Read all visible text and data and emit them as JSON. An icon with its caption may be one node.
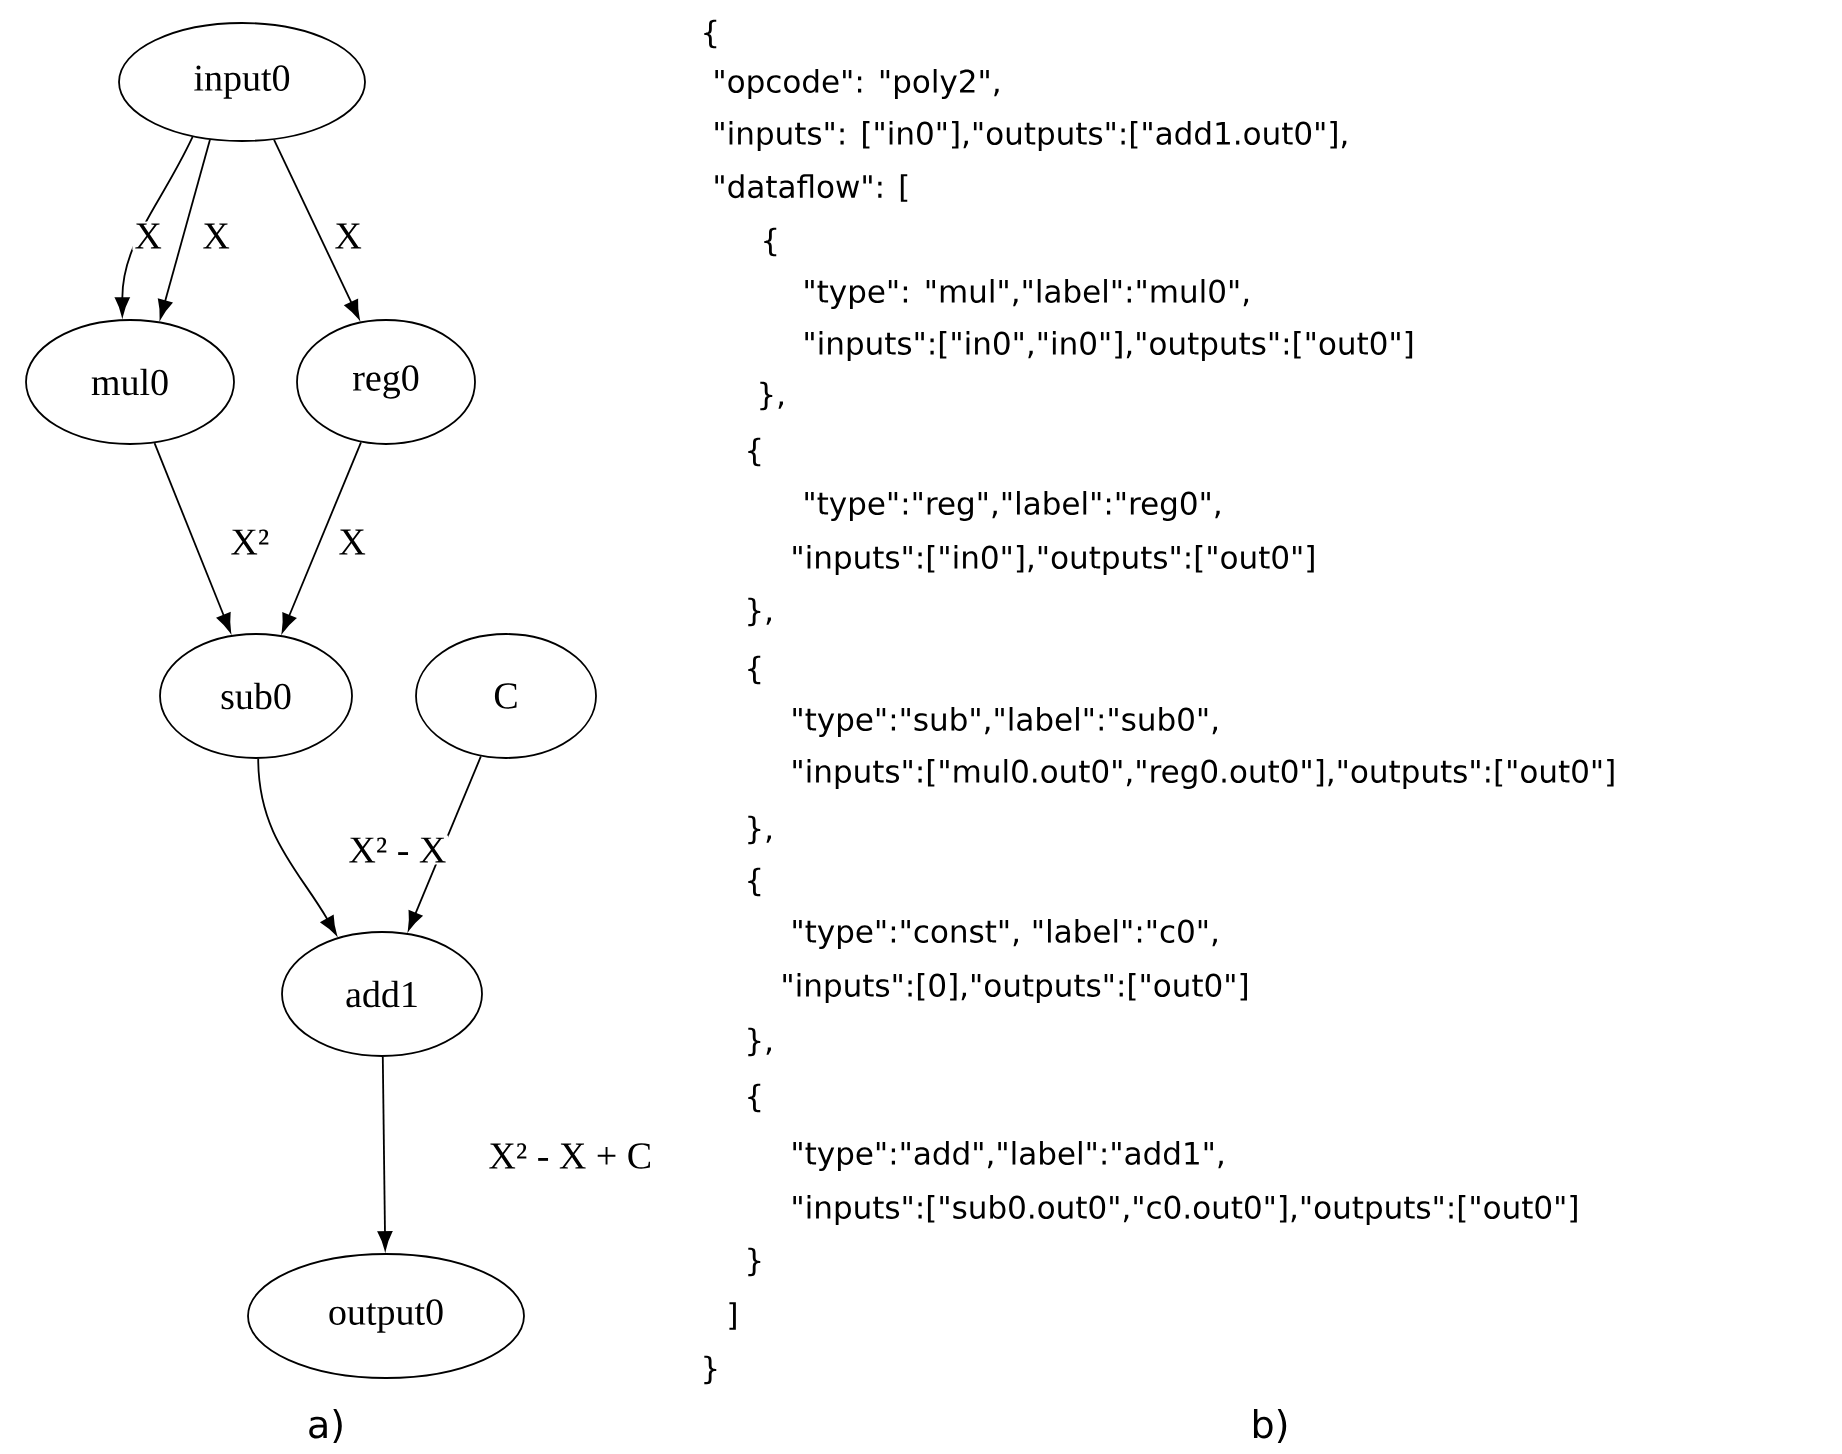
{
  "diagram": {
    "nodes": [
      {
        "text": [
          "input0"
        ]
      },
      {
        "text": [
          "mul0"
        ]
      },
      {
        "text": [
          "reg0"
        ]
      },
      {
        "text": [
          "sub0"
        ]
      },
      {
        "text": [
          "C"
        ]
      },
      {
        "text": [
          "add1"
        ]
      },
      {
        "text": [
          "output0"
        ]
      }
    ],
    "edges": [
      {
        "from": 0,
        "to": 1,
        "arrow": "to",
        "label": "X"
      },
      {
        "from": 0,
        "to": 1,
        "arrow": "to",
        "label": "X"
      },
      {
        "from": 0,
        "to": 2,
        "arrow": "to",
        "label": "X"
      },
      {
        "from": 1,
        "to": 3,
        "arrow": "to",
        "label": "X²"
      },
      {
        "from": 2,
        "to": 3,
        "arrow": "to",
        "label": "X"
      },
      {
        "from": 3,
        "to": 5,
        "arrow": "to",
        "label": "X² - X"
      },
      {
        "from": 4,
        "to": 5,
        "arrow": "to"
      },
      {
        "from": 5,
        "to": 6,
        "arrow": "to",
        "label": "X² - X + C"
      }
    ],
    "labels": [
      "{",
      "\"opcode\": \"poly2\",",
      "\"inputs\": [\"in0\"],\"outputs\":[\"add1.out0\"],",
      "\"dataflow\": [",
      "{",
      "\"type\": \"mul\",\"label\":\"mul0\",",
      "\"inputs\":[\"in0\",\"in0\"],\"outputs\":[\"out0\"]",
      "},",
      "{",
      "\"type\":\"reg\",\"label\":\"reg0\",",
      "\"inputs\":[\"in0\"],\"outputs\":[\"out0\"]",
      "},",
      "{",
      "\"type\":\"sub\",\"label\":\"sub0\",",
      "\"inputs\":[\"mul0.out0\",\"reg0.out0\"],\"outputs\":[\"out0\"]",
      "},",
      "{",
      "\"type\":\"const\", \"label\":\"c0\",",
      "\"inputs\":[0],\"outputs\":[\"out0\"]",
      "},",
      "{",
      "\"type\":\"add\",\"label\":\"add1\",",
      "\"inputs\":[\"sub0.out0\",\"c0.out0\"],\"outputs\":[\"out0\"]",
      "}",
      "]",
      "}",
      "a)",
      "b)"
    ]
  }
}
